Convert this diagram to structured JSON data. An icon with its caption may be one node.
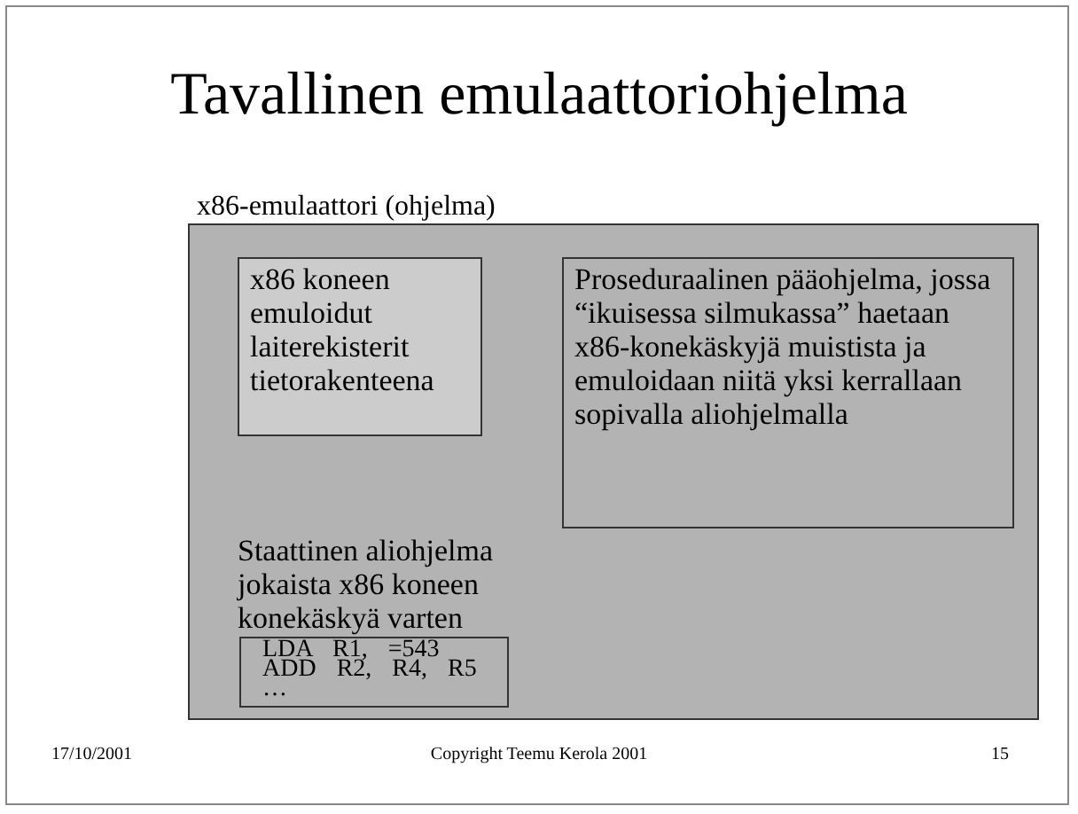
{
  "diagram": {
    "title": "Tavallinen emulaattoriohjelma",
    "nodes": [
      {
        "text": [
          "x86-emulaattori (ohjelma)"
        ]
      },
      {
        "text": [
          "x86 koneen emuloidut laiterekisterit tietorakenteena"
        ],
        "in": 0
      },
      {
        "text": [
          "Proseduraalinen pääohjelma, jossa “ikuisessa silmukassa” haetaan x86-konekäskyjä muistista ja emuloidaan niitä yksi kerrallaan sopivalla aliohjelmalla"
        ],
        "in": 0
      },
      {
        "text": [
          "LDA R1, =543",
          "ADD R2, R4, R5",
          "…"
        ],
        "in": 0
      }
    ],
    "edges": [],
    "labels": [
      "Staattinen aliohjelma jokaista x86 koneen konekäskyä varten",
      "17/10/2001",
      "Copyright Teemu Kerola 2001",
      "15"
    ]
  }
}
